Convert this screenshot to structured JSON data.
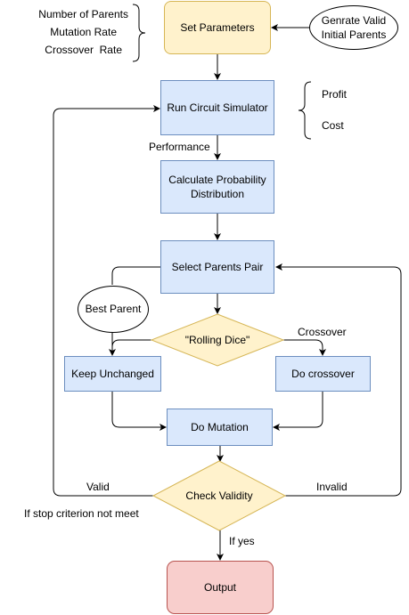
{
  "nodes": {
    "set_parameters": "Set Parameters",
    "initial_parents": "Genrate Valid\nInitial Parents",
    "run_simulator": "Run Circuit Simulator",
    "calc_probability": "Calculate Probability\nDistribution",
    "select_parents": "Select Parents Pair",
    "best_parent": "Best Parent",
    "rolling_dice": "\"Rolling Dice\"",
    "keep_unchanged": "Keep Unchanged",
    "do_crossover": "Do crossover",
    "do_mutation": "Do Mutation",
    "check_validity": "Check Validity",
    "output": "Output"
  },
  "parameters": [
    "Number of Parents",
    "Mutation Rate",
    "Crossover  Rate"
  ],
  "objectives": [
    "Profit",
    "Cost"
  ],
  "edge_labels": {
    "performance": "Performance",
    "crossover": "Crossover",
    "valid": "Valid",
    "invalid": "Invalid",
    "stop_criterion": "If stop criterion not meet",
    "if_yes": "If yes"
  }
}
